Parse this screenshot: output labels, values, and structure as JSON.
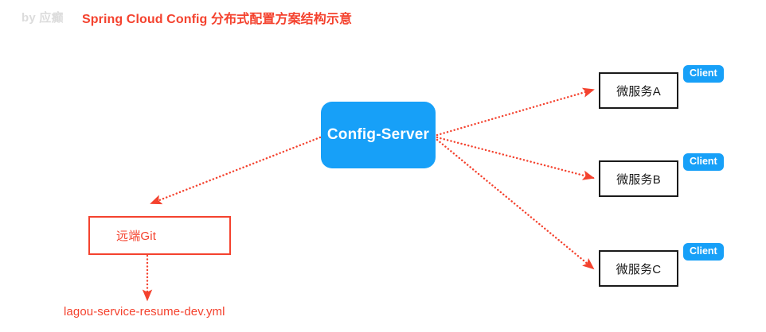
{
  "header": {
    "byline": "by 应癫",
    "title": "Spring Cloud Config 分布式配置方案结构示意",
    "title_color": "#f4422e",
    "byline_color": "#dcdcdc"
  },
  "diagram": {
    "type": "architecture-diagram",
    "accent_blue": "#17a0f8",
    "accent_red": "#f4422e",
    "node_border": "#1a1a1a",
    "config_server": {
      "label": "Config-Server",
      "shape": "rounded-rect",
      "fill": "#17a0f8",
      "text_color": "#ffffff"
    },
    "git_repo": {
      "label": "远端Git",
      "shape": "rect",
      "border_color": "#f4422e",
      "text_color": "#f4422e"
    },
    "config_file": {
      "label": "lagou-service-resume-dev.yml",
      "text_color": "#f4422e"
    },
    "microservices": [
      {
        "label": "微服务A",
        "badge": "Client"
      },
      {
        "label": "微服务B",
        "badge": "Client"
      },
      {
        "label": "微服务C",
        "badge": "Client"
      }
    ],
    "connections": [
      {
        "from": "Config-Server",
        "to": "远端Git",
        "style": "dotted",
        "color": "#f4422e",
        "arrow": true
      },
      {
        "from": "Config-Server",
        "to": "微服务A",
        "style": "dotted",
        "color": "#f4422e",
        "arrow": true
      },
      {
        "from": "Config-Server",
        "to": "微服务B",
        "style": "dotted",
        "color": "#f4422e",
        "arrow": true
      },
      {
        "from": "Config-Server",
        "to": "微服务C",
        "style": "dotted",
        "color": "#f4422e",
        "arrow": true
      },
      {
        "from": "远端Git",
        "to": "lagou-service-resume-dev.yml",
        "style": "dotted",
        "color": "#f4422e",
        "arrow": true
      }
    ]
  }
}
